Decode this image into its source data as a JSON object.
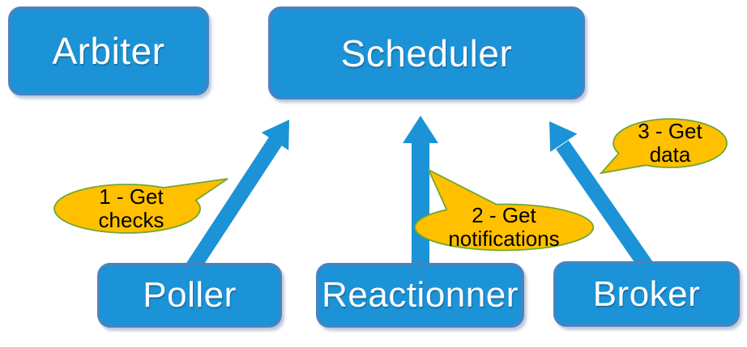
{
  "diagram": {
    "colors": {
      "node_fill": "#1B93D6",
      "node_border": "#4F81BD",
      "node_text": "#ffffff",
      "arrow": "#1B93D6",
      "bubble_fill": "#FFC000",
      "bubble_border": "#6FA832",
      "bubble_text": "#000000"
    },
    "nodes": [
      {
        "id": "arbiter",
        "label": "Arbiter"
      },
      {
        "id": "scheduler",
        "label": "Scheduler"
      },
      {
        "id": "poller",
        "label": "Poller"
      },
      {
        "id": "reactionner",
        "label": "Reactionner"
      },
      {
        "id": "broker",
        "label": "Broker"
      }
    ],
    "callouts": [
      {
        "id": "get-checks",
        "label": "1 - Get\nchecks"
      },
      {
        "id": "get-notifications",
        "label": "2 - Get\nnotifications"
      },
      {
        "id": "get-data",
        "label": "3 - Get\ndata"
      }
    ],
    "arrows": [
      {
        "from": "poller",
        "to": "scheduler"
      },
      {
        "from": "reactionner",
        "to": "scheduler"
      },
      {
        "from": "broker",
        "to": "scheduler"
      }
    ]
  }
}
